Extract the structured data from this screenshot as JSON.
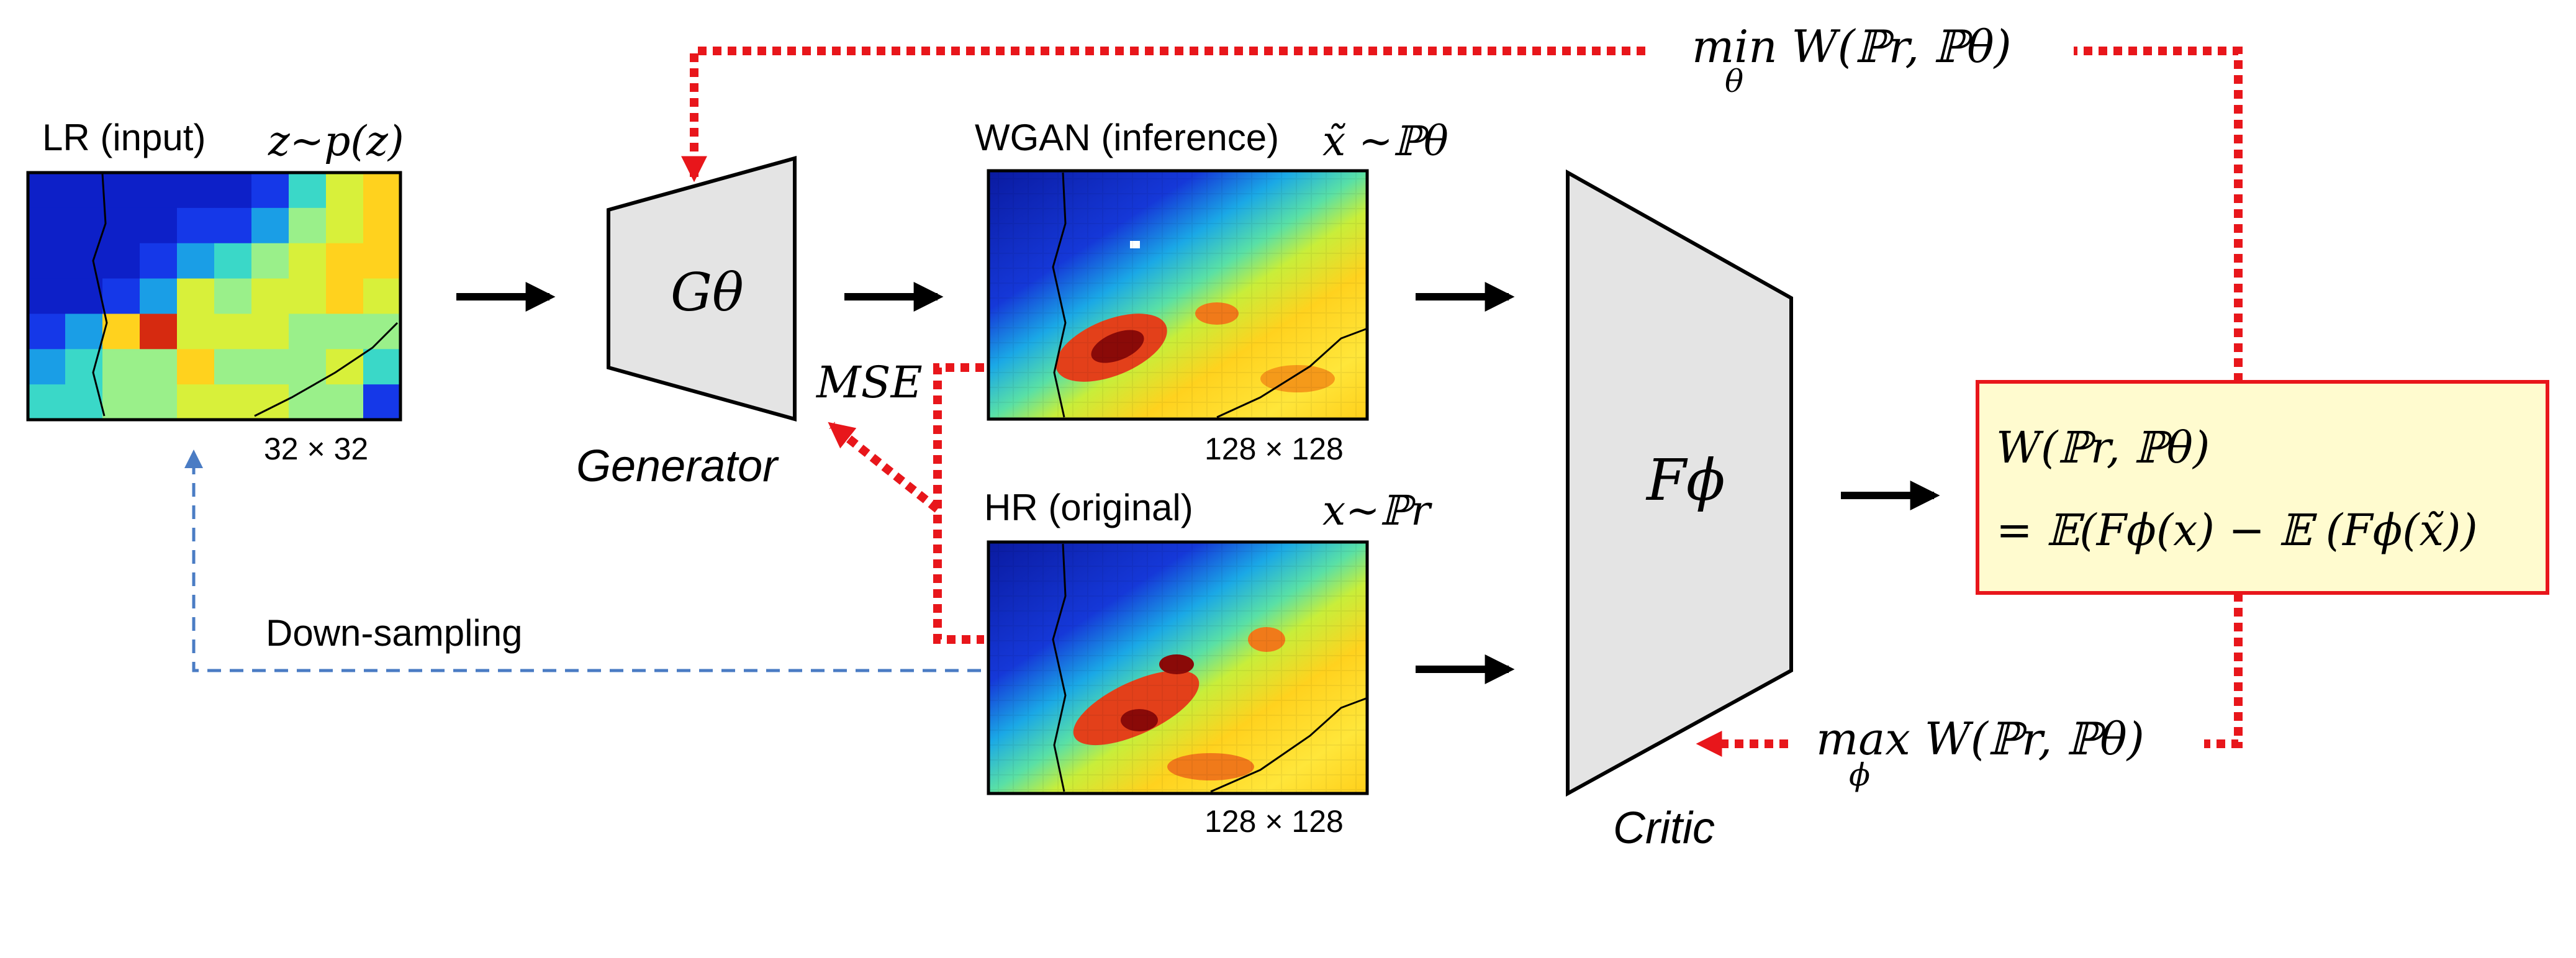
{
  "lr": {
    "label": "LR (input)",
    "noise": "z~p(z)",
    "size": "32 × 32"
  },
  "generator": {
    "symbol": "Gθ",
    "label": "Generator"
  },
  "wgan": {
    "label": "WGAN (inference)",
    "dist": "x̃ ~ℙθ",
    "size": "128 × 128"
  },
  "hr": {
    "label": "HR (original)",
    "dist": "x~ℙr",
    "size": "128 × 128"
  },
  "mse_label": "MSE",
  "downsampling_label": "Down-sampling",
  "critic": {
    "symbol": "Fϕ",
    "label": "Critic"
  },
  "loss_box": {
    "line1": "W(ℙr, ℙθ)",
    "line2": "= 𝔼(Fϕ(x) − 𝔼 (Fϕ(x̃))"
  },
  "min_label": "min W(ℙr, ℙθ)",
  "min_sub": "θ",
  "max_label": "max W(ℙr, ℙθ)",
  "max_sub": "ϕ",
  "colors": {
    "red_loop": "#e8161b",
    "blue_dashed": "#4a7cc4",
    "box_fill": "#fffbcf",
    "box_border": "#e8161b",
    "trapezoid_fill": "#e4e4e4"
  },
  "heatmaps": {
    "lr": [
      [
        1,
        1,
        1,
        1,
        1,
        1,
        2,
        4,
        6,
        7
      ],
      [
        1,
        1,
        1,
        1,
        2,
        2,
        3,
        5,
        6,
        7
      ],
      [
        1,
        1,
        1,
        2,
        3,
        4,
        5,
        6,
        7,
        7
      ],
      [
        1,
        1,
        2,
        3,
        6,
        5,
        6,
        6,
        7,
        6
      ],
      [
        2,
        3,
        7,
        9,
        6,
        6,
        6,
        5,
        5,
        5
      ],
      [
        3,
        4,
        5,
        5,
        7,
        5,
        5,
        5,
        6,
        4
      ],
      [
        4,
        4,
        5,
        5,
        6,
        6,
        6,
        5,
        5,
        2
      ]
    ]
  }
}
